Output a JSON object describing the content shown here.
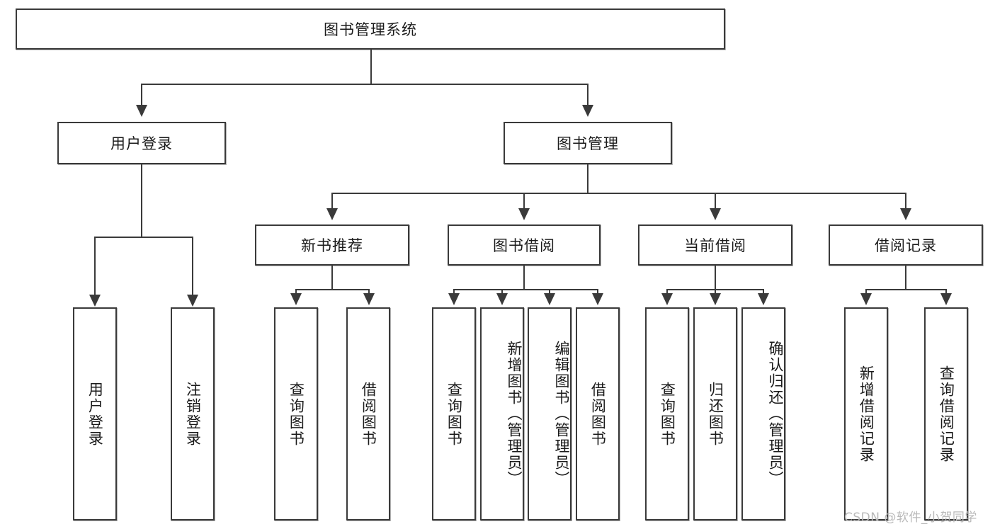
{
  "diagram": {
    "title": "图书管理系统",
    "type": "tree-hierarchy-chart",
    "root": {
      "label": "图书管理系统"
    },
    "level2": [
      {
        "label": "用户登录"
      },
      {
        "label": "图书管理"
      }
    ],
    "level3": [
      {
        "label": "新书推荐"
      },
      {
        "label": "图书借阅"
      },
      {
        "label": "当前借阅"
      },
      {
        "label": "借阅记录"
      }
    ],
    "leaves": {
      "user_login": [
        {
          "label": "用户登录"
        },
        {
          "label": "注销登录"
        }
      ],
      "new_book_recommend": [
        {
          "label": "查询图书"
        },
        {
          "label": "借阅图书"
        }
      ],
      "book_borrow": [
        {
          "label": "查询图书"
        },
        {
          "label": "新增图书（管理员）"
        },
        {
          "label": "编辑图书（管理员）"
        },
        {
          "label": "借阅图书"
        }
      ],
      "current_borrow": [
        {
          "label": "查询图书"
        },
        {
          "label": "归还图书"
        },
        {
          "label": "确认归还（管理员）"
        }
      ],
      "borrow_record": [
        {
          "label": "新增借阅记录"
        },
        {
          "label": "查询借阅记录"
        }
      ]
    }
  },
  "watermark": {
    "text": "CSDN @软件_小贺同学"
  },
  "colors": {
    "stroke": "#3a3a3a",
    "fill": "#ffffff",
    "text": "#1a1a1a",
    "watermark": "#b9b9b9"
  }
}
